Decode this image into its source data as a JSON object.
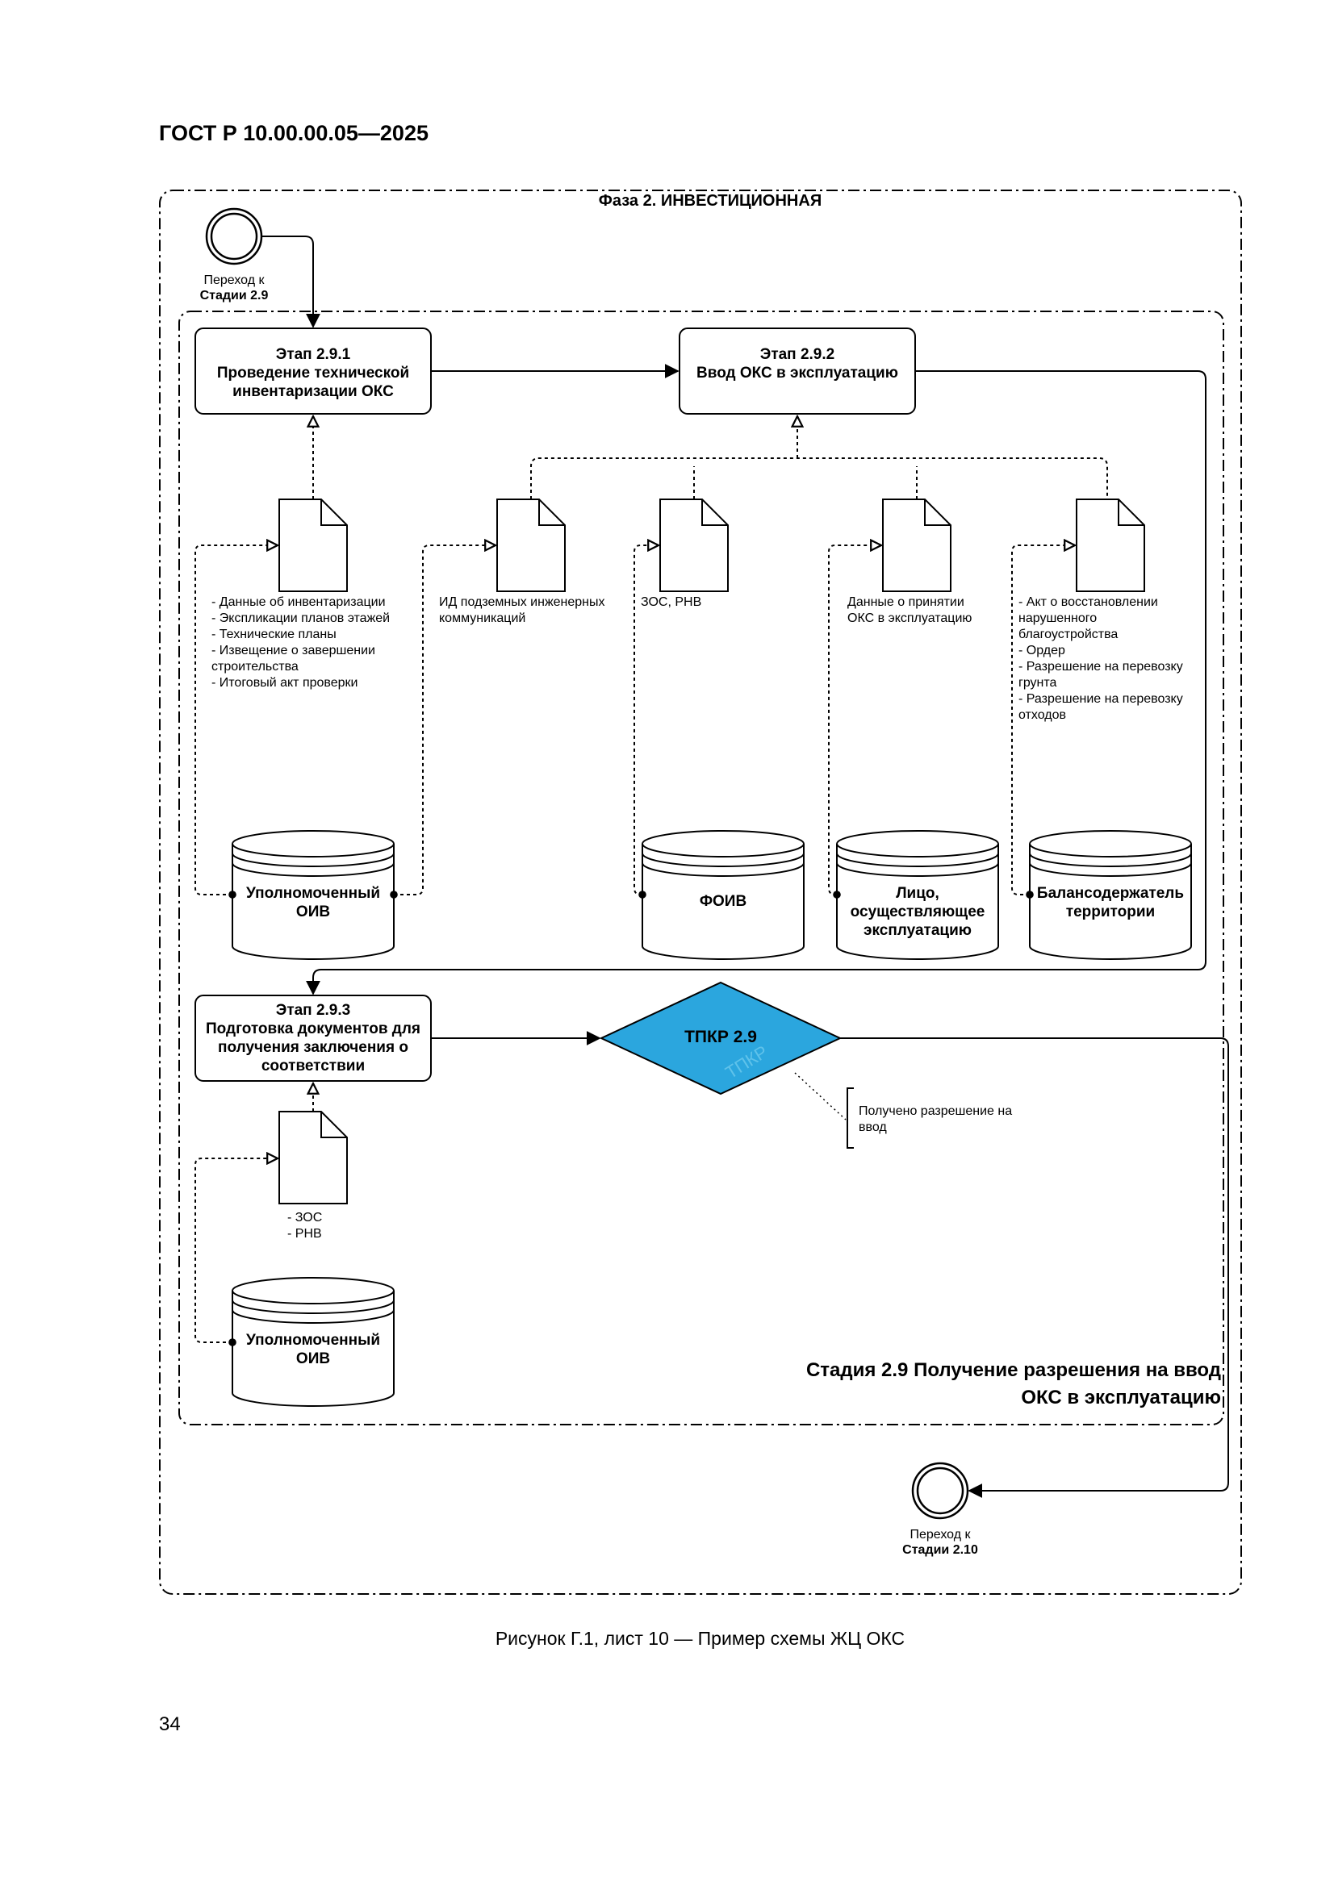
{
  "header": {
    "standard": "ГОСТ Р 10.00.00.05—2025"
  },
  "phase": {
    "title": "Фаза 2. ИНВЕСТИЦИОННАЯ"
  },
  "start_event": {
    "label_line1": "Переход к",
    "label_line2": "Стадии 2.9"
  },
  "end_event": {
    "label_line1": "Переход к",
    "label_line2": "Стадии 2.10"
  },
  "stage_title": {
    "line1": "Стадия 2.9 Получение разрешения на ввод",
    "line2": "ОКС в эксплуатацию"
  },
  "tasks": {
    "t291": {
      "line1": "Этап 2.9.1",
      "line2": "Проведение технической",
      "line3": "инвентаризации ОКС"
    },
    "t292": {
      "line1": "Этап 2.9.2",
      "line2": "Ввод ОКС в эксплуатацию"
    },
    "t293": {
      "line1": "Этап 2.9.3",
      "line2": "Подготовка документов для",
      "line3": "получения заключения о",
      "line4": "соответствии"
    }
  },
  "documents": {
    "d1": "- Данные об инвентаризации\n- Экспликации планов этажей\n- Технические планы\n- Извещение о завершении\nстроительства\n- Итоговый акт проверки",
    "d2": "ИД подземных инженерных\nкоммуникаций",
    "d3": "ЗОС, РНВ",
    "d4": "Данные о принятии\nОКС в эксплуатацию",
    "d5": "- Акт о восстановлении\nнарушенного\nблагоустройства\n- Ордер\n- Разрешение на перевозку\nгрунта\n- Разрешение на перевозку\nотходов",
    "d6": "- ЗОС\n- РНВ"
  },
  "datastores": {
    "s1": "Уполномоченный\nОИВ",
    "s2": "ФОИВ",
    "s3": "Лицо,\nосуществляющее\nэксплуатацию",
    "s4": "Балансодержатель\nтерритории",
    "s5": "Уполномоченный\nОИВ"
  },
  "gateway": {
    "label": "ТПКР 2.9",
    "color": "#2BA6DE",
    "watermark": "ТПКР"
  },
  "annotation": {
    "text": "Получено разрешение на\nввод"
  },
  "caption": "Рисунок Г.1, лист 10 — Пример схемы ЖЦ ОКС",
  "page_number": "34"
}
